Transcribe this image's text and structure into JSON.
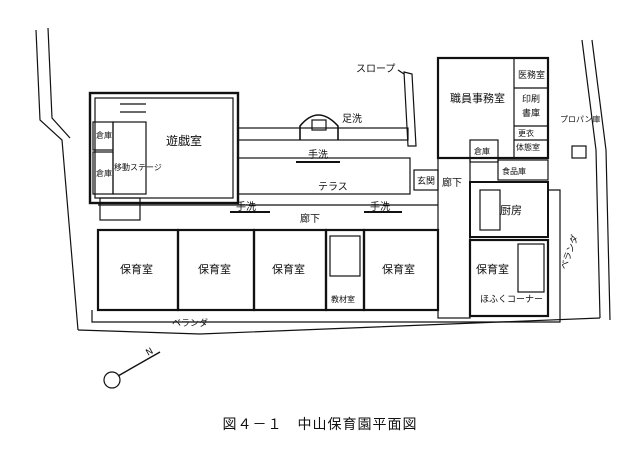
{
  "caption": "図４－１　中山保育園平面図",
  "labels": {
    "playroom": "遊戯室",
    "storage_1": "倉庫",
    "storage_2": "倉庫",
    "mobile_stage": "移動ステージ",
    "foot_wash": "足洗",
    "hand_wash_top": "手洗",
    "terrace": "テラス",
    "hand_wash_left": "手洗",
    "hand_wash_right": "手洗",
    "corridor": "廊下",
    "corridor_east": "廊下",
    "slope": "スロープ",
    "staff_office": "職員事務室",
    "medical_room": "医務室",
    "printing": "印刷",
    "library": "書庫",
    "changing": "更衣",
    "physical_exam": "体態室",
    "propane": "プロパン庫",
    "entrance": "玄関",
    "toilet": "倉庫",
    "food_storage": "食品庫",
    "kitchen": "厨房",
    "nursery_1": "保育室",
    "nursery_2": "保育室",
    "nursery_3": "保育室",
    "nursery_4": "保育室",
    "nursery_5": "保育室",
    "materials": "教材室",
    "hofuku_corner": "ほふくコーナー",
    "veranda_south": "ベランダ",
    "veranda_east": "ベランダ",
    "north_mark": "N"
  }
}
